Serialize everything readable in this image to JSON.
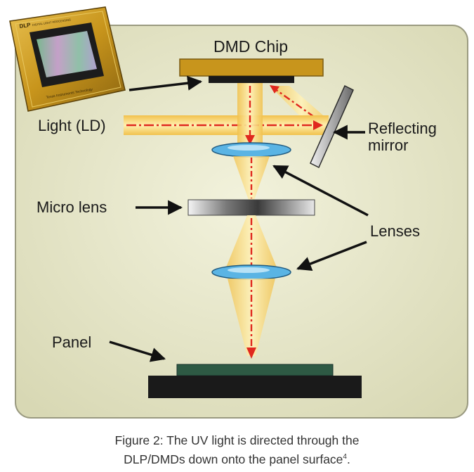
{
  "diagram": {
    "labels": {
      "dmd_chip": "DMD Chip",
      "light": "Light (LD)",
      "reflecting": "Reflecting",
      "mirror": "mirror",
      "micro_lens": "Micro lens",
      "lenses": "Lenses",
      "panel": "Panel"
    },
    "chip_photo_text": {
      "brand": "DLP",
      "line1": "DIGITAL LIGHT PROCESSING",
      "line2": "Texas Instruments Technology"
    },
    "colors": {
      "background": "#e4e4c8",
      "dmd_chip": "#c8951c",
      "light_beam": "#f5c95a",
      "laser_line": "#e0281e",
      "lens": "#5ab4e4",
      "panel": "#2e5a44",
      "base": "#1a1a1a"
    }
  },
  "caption": {
    "line1": "Figure 2: The UV light is directed through the",
    "line2": "DLP/DMDs down onto the panel surface",
    "ref": "4",
    "end": "."
  }
}
